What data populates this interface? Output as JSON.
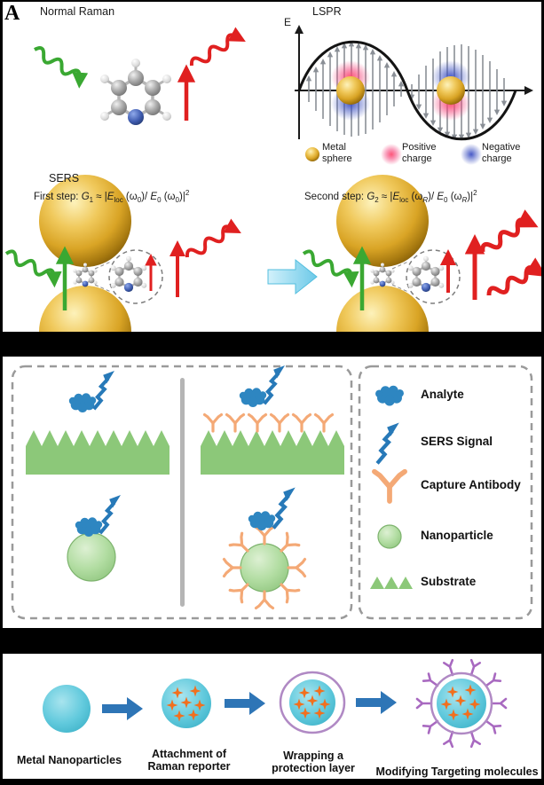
{
  "figure": {
    "panel_label": "A"
  },
  "panel_a": {
    "normal_raman_title": "Normal Raman",
    "lspr_title": "LSPR",
    "field_axis_label": "E",
    "lspr_legend": [
      {
        "icon": "metal-sphere-icon",
        "line1": "Metal",
        "line2": "sphere"
      },
      {
        "icon": "positive-charge-icon",
        "line1": "Positive",
        "line2": "charge"
      },
      {
        "icon": "negative-charge-icon",
        "line1": "Negative",
        "line2": "charge"
      }
    ],
    "sers_title": "SERS",
    "first_step_formula": [
      {
        "t": "First step: "
      },
      {
        "t": "G",
        "i": true
      },
      {
        "t": "1",
        "s": "sub"
      },
      {
        "t": " ≈ |"
      },
      {
        "t": "E",
        "i": true
      },
      {
        "t": "loc",
        "s": "sub"
      },
      {
        "t": " (ω"
      },
      {
        "t": "0",
        "s": "sub"
      },
      {
        "t": ")/ "
      },
      {
        "t": "E",
        "i": true
      },
      {
        "t": "0",
        "s": "sub"
      },
      {
        "t": " (ω"
      },
      {
        "t": "0",
        "s": "sub"
      },
      {
        "t": ")|"
      },
      {
        "t": "2",
        "s": "sup"
      }
    ],
    "second_step_formula": [
      {
        "t": "Second step: "
      },
      {
        "t": "G",
        "i": true
      },
      {
        "t": "2",
        "s": "sub"
      },
      {
        "t": " ≈ |"
      },
      {
        "t": "E",
        "i": true
      },
      {
        "t": "loc",
        "s": "sub"
      },
      {
        "t": " (ω"
      },
      {
        "t": "R",
        "s": "sub",
        "i": true
      },
      {
        "t": ")/ "
      },
      {
        "t": "E",
        "i": true
      },
      {
        "t": "0",
        "s": "sub"
      },
      {
        "t": " (ω"
      },
      {
        "t": "R",
        "s": "sub",
        "i": true
      },
      {
        "t": ")|"
      },
      {
        "t": "2",
        "s": "sup"
      }
    ]
  },
  "panel_b": {
    "legend": [
      {
        "icon": "analyte-blob-icon",
        "label": "Analyte"
      },
      {
        "icon": "sers-signal-bolt-icon",
        "label": "SERS Signal"
      },
      {
        "icon": "capture-antibody-icon",
        "label": "Capture Antibody"
      },
      {
        "icon": "nanoparticle-circle-icon",
        "label": "Nanoparticle"
      },
      {
        "icon": "substrate-zigzag-icon",
        "label": "Substrate"
      }
    ]
  },
  "panel_c": {
    "steps": [
      {
        "icon": "metal-nanoparticle-circle",
        "line1": "Metal Nanoparticles",
        "line2": ""
      },
      {
        "icon": "raman-reporter-stars",
        "line1": "Attachment of",
        "line2": "Raman reporter"
      },
      {
        "icon": "protection-layer-ring",
        "line1": "Wrapping a",
        "line2": "protection layer"
      },
      {
        "icon": "targeting-molecules-spikes",
        "line1": "Modifying Targeting molecules",
        "line2": ""
      }
    ]
  },
  "colors": {
    "incident_light_green": "#3aa832",
    "scattered_light_red": "#e02020",
    "gold_nanoparticle": "#d9a425",
    "positive_charge_pink": "#f4457c",
    "negative_charge_blue": "#3b4fc0",
    "enhancement_arrow_cyan": "#7fd2ee",
    "analyte_blue": "#2e86c1",
    "antibody_orange": "#f4a976",
    "nanoparticle_green": "#a6d695",
    "substrate_green": "#8cc879",
    "metal_np_cyan": "#5cc8da",
    "raman_reporter_orange": "#f26f1d",
    "protection_layer_purple": "#b089c4",
    "targeting_molecule_purple": "#a869c0",
    "flow_arrow_blue": "#2e75b6"
  }
}
